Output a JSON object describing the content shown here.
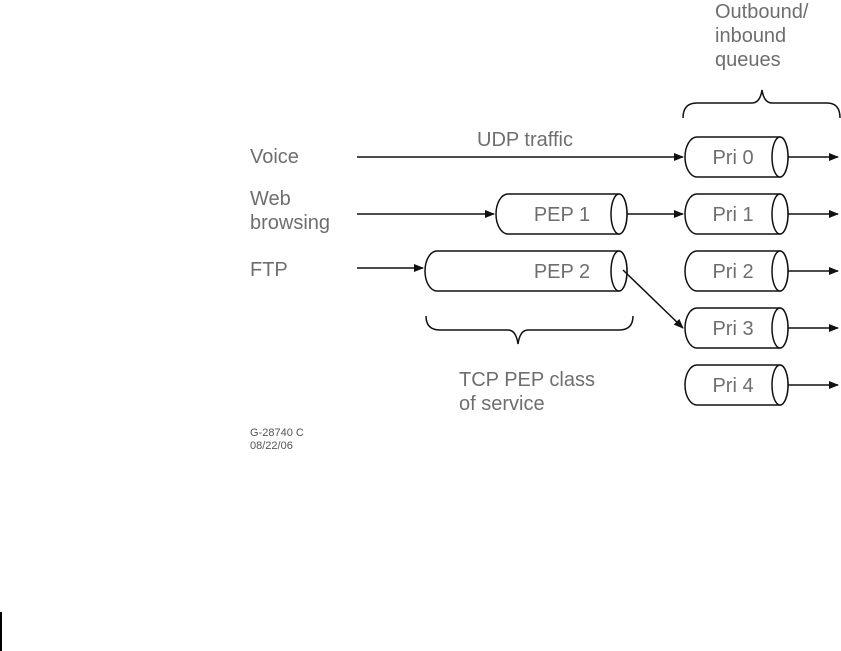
{
  "header": {
    "queues_label": "Outbound/\ninbound\nqueues"
  },
  "sources": [
    {
      "id": "voice",
      "label": "Voice"
    },
    {
      "id": "web",
      "label": "Web\nbrowsing"
    },
    {
      "id": "ftp",
      "label": "FTP"
    }
  ],
  "udp_label": "UDP traffic",
  "peps": [
    {
      "id": "pep1",
      "label": "PEP 1"
    },
    {
      "id": "pep2",
      "label": "PEP 2"
    }
  ],
  "tcp_label": "TCP PEP class\nof service",
  "queues": [
    {
      "id": "pri0",
      "label": "Pri 0"
    },
    {
      "id": "pri1",
      "label": "Pri 1"
    },
    {
      "id": "pri2",
      "label": "Pri 2"
    },
    {
      "id": "pri3",
      "label": "Pri 3"
    },
    {
      "id": "pri4",
      "label": "Pri 4"
    }
  ],
  "doc_id": "G-28740 C\n08/22/06",
  "colors": {
    "line": "#111111",
    "text": "#6e6e6e"
  }
}
